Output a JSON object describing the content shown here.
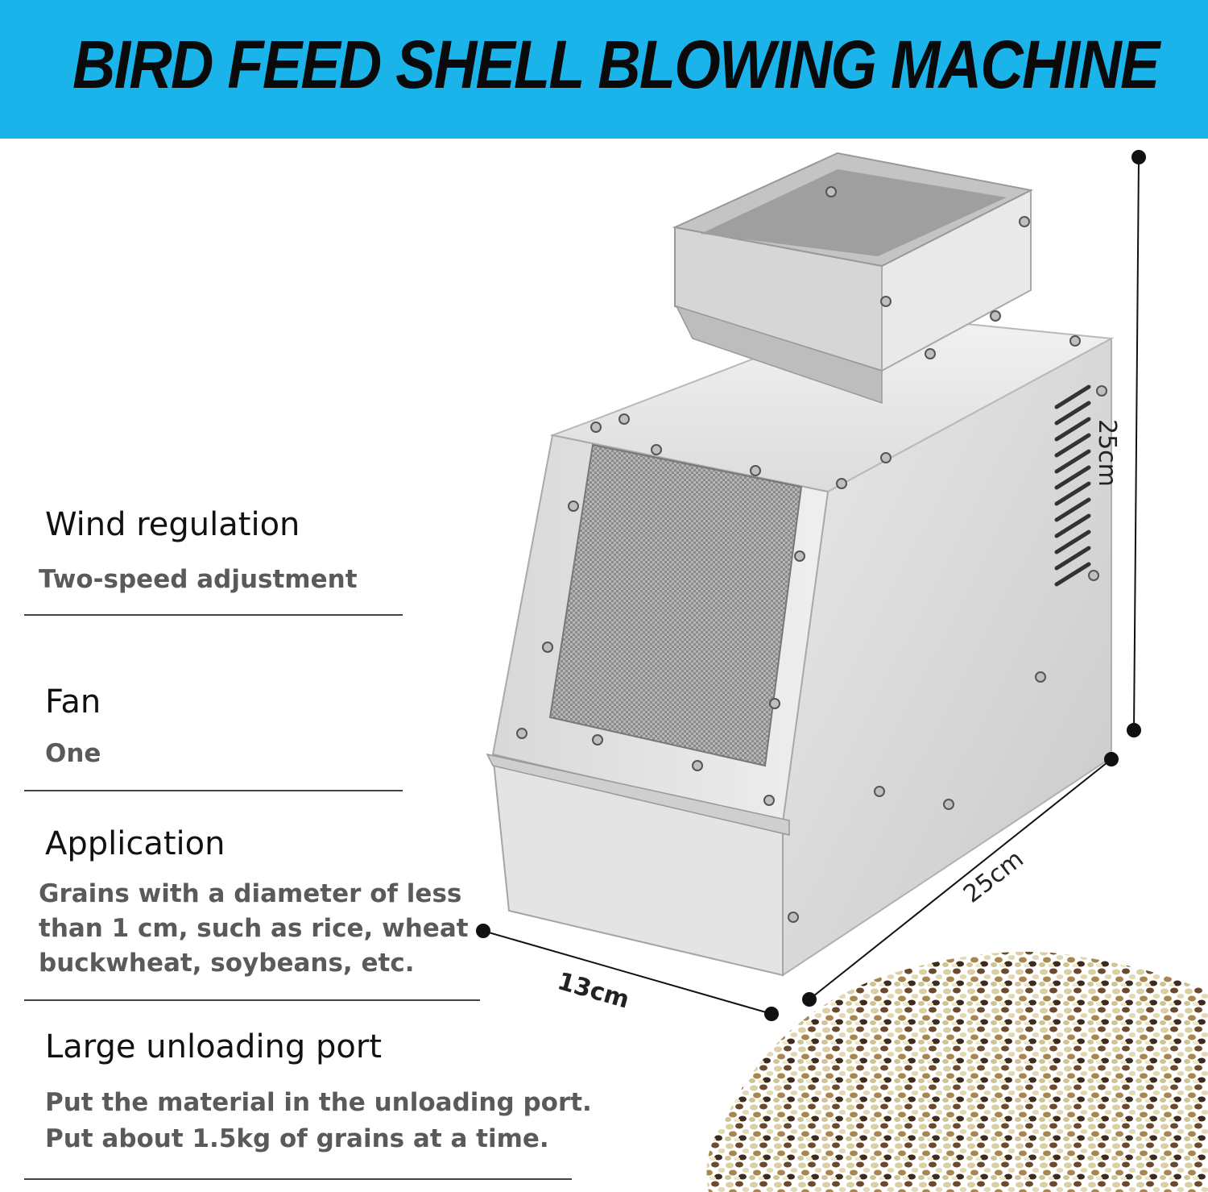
{
  "banner": {
    "title": "BIRD FEED SHELL BLOWING MACHINE",
    "color": "#1ab4eb"
  },
  "features": [
    {
      "heading": "Wind regulation",
      "description": "Two-speed adjustment"
    },
    {
      "heading": "Fan",
      "description": "One"
    },
    {
      "heading": "Application",
      "description_lines": [
        "Grains with a diameter of less",
        "than 1 cm, such as rice, wheat",
        "buckwheat, soybeans, etc."
      ]
    },
    {
      "heading": "Large unloading port",
      "description_lines": [
        "Put the material in the unloading port.",
        "Put about 1.5kg of grains at a time."
      ]
    }
  ],
  "dimensions": {
    "height": "25cm",
    "depth": "25cm",
    "width": "13cm"
  },
  "product": {
    "image": "stainless-steel-shell-blowing-machine",
    "grain_pile_image": "mixed-grain-pile"
  }
}
